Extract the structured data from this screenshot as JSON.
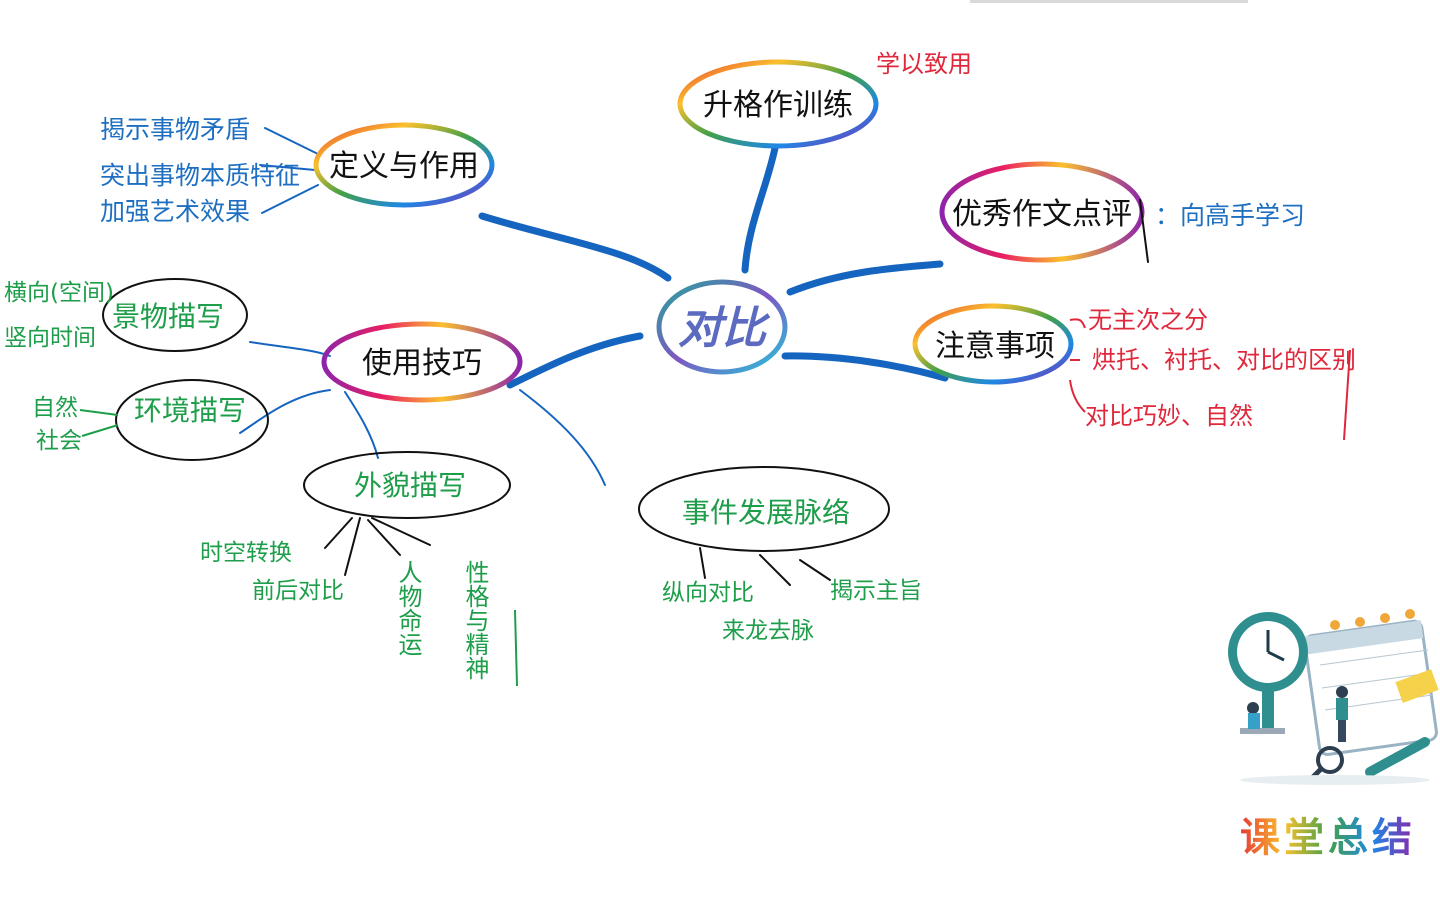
{
  "center": {
    "label": "对比"
  },
  "colors": {
    "branch": "#1565c0",
    "black_ink": "#111111",
    "blue_ink": "#1e6fc2",
    "green_ink": "#1e9e4a",
    "red_ink": "#e0283c"
  },
  "nodes": {
    "definition": {
      "label": "定义与作用",
      "notes": [
        "揭示事物矛盾",
        "突出事物本质特征",
        "加强艺术效果"
      ]
    },
    "training": {
      "label": "升格作训练",
      "note": "学以致用"
    },
    "review": {
      "label": "优秀作文点评",
      "note": "：向高手学习"
    },
    "cautions": {
      "label": "注意事项",
      "notes": [
        "无主次之分",
        "烘托、衬托、对比的区别",
        "对比巧妙、自然"
      ]
    },
    "techniques": {
      "label": "使用技巧"
    },
    "scenery": {
      "label": "景物描写",
      "notes": [
        "横向(空间)",
        "竖向时间"
      ]
    },
    "environment": {
      "label": "环境描写",
      "notes": [
        "自然",
        "社会"
      ]
    },
    "appearance": {
      "label": "外貌描写",
      "notes": [
        "时空转换",
        "前后对比",
        "人物命运",
        "性格与精神"
      ]
    },
    "development": {
      "label": "事件发展脉络",
      "notes": [
        "纵向对比",
        "来龙去脉",
        "揭示主旨"
      ]
    }
  },
  "footer": {
    "title": "课堂总结"
  },
  "icons": {
    "illustration": "clock-calendar-illustration-icon"
  }
}
